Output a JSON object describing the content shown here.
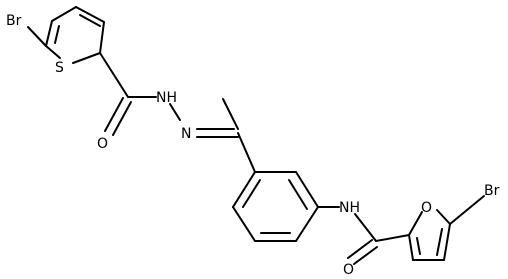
{
  "atom_labels": {
    "br_thiophene": "Br",
    "s_thiophene": "S",
    "nh_hydrazide": "NH",
    "n_hydrazone": "N",
    "o_hydrazide_carbonyl": "O",
    "nh_amide": "NH",
    "o_amide_carbonyl": "O",
    "o_furan": "O",
    "br_furan": "Br"
  }
}
